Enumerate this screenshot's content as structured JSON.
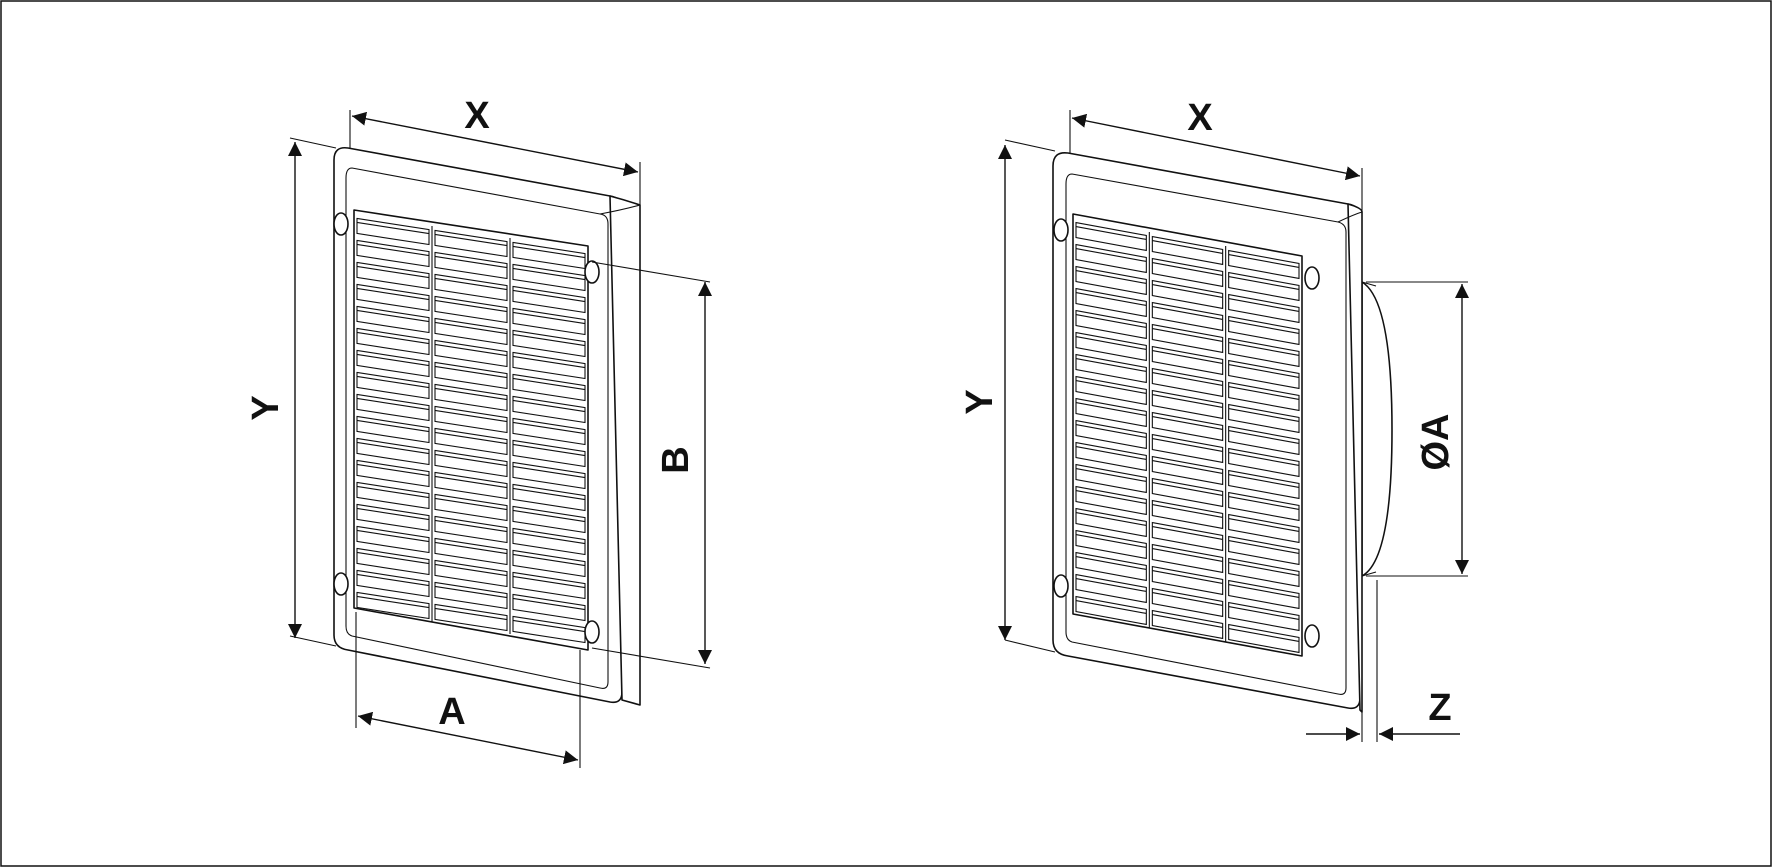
{
  "diagram": {
    "labels": {
      "left_width": "X",
      "left_height": "Y",
      "left_inner_width": "A",
      "left_inner_height": "B",
      "right_width": "X",
      "right_height": "Y",
      "right_diameter": "ØA",
      "right_depth": "Z"
    }
  }
}
